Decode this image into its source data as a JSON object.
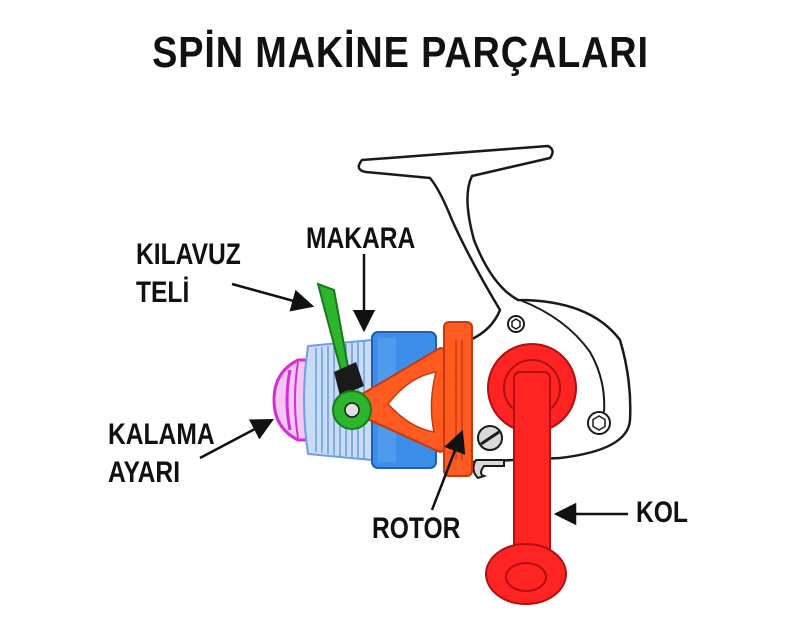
{
  "title": "SPİN MAKİNE PARÇALARI",
  "labels": {
    "guide_line_1": "KILAVUZ",
    "guide_line_2": "TELİ",
    "spool": "MAKARA",
    "drag_line_1": "KALAMA",
    "drag_line_2": "AYARI",
    "rotor": "ROTOR",
    "handle": "KOL"
  },
  "colors": {
    "outline": "#1a1a1a",
    "bail_arm": "#2db52d",
    "spool_blue": "#3d8ee8",
    "spool_light": "#b9d3f5",
    "drag_knob": "#d42fd4",
    "rotor_orange": "#ff5a1f",
    "handle_red": "#ff2424"
  }
}
